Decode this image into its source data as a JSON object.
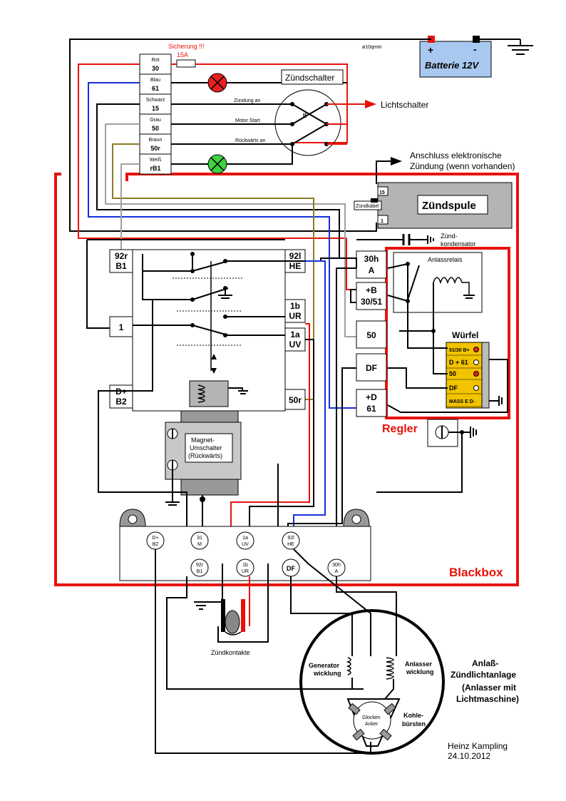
{
  "labels": {
    "fuse": "Sicherung !!!",
    "fuse_rating": "15A",
    "cable": "ø10qmm",
    "battery": "Batterie 12V",
    "battery_plus": "+",
    "battery_minus": "-",
    "ignition_switch": "Zündschalter",
    "switch_mark": "II",
    "light_switch": "Lichtschalter",
    "ignition_on": "Zündung an",
    "motor_start": "Motor Start",
    "reverse_on": "Rückwärts an",
    "ecu_line1": "Anschluss elektronische",
    "ecu_line2": "Zündung (wenn vorhanden)",
    "coil": "Zündspule",
    "coil_cable": "Zündkabel",
    "coil_15": "15",
    "coil_1": "1",
    "condenser_line1": "Zünd-",
    "condenser_line2": "kondensator",
    "start_relay": "Anlassrelais",
    "cube": "Würfel",
    "regler": "Regler",
    "blackbox": "Blackbox",
    "magnet_line1": "Magnet-",
    "magnet_line2": "Umschalter",
    "magnet_line3": "(Rückwärts)",
    "contacts": "Zündkontakte",
    "gen_winding_1": "Generator",
    "gen_winding_2": "wicklung",
    "start_winding_1": "Anlasser",
    "start_winding_2": "wicklung",
    "bell_1": "Glocken",
    "bell_2": "Anker",
    "brushes_1": "Kohle-",
    "brushes_2": "bürsten",
    "title_1": "Anlaß-",
    "title_2": "Zündlichtanlage",
    "title_3": "(Anlasser mit",
    "title_4": "Lichtmaschine)",
    "author": "Heinz Kampling",
    "date": "24.10.2012"
  },
  "wire_colors": [
    {
      "color": "Rot",
      "term": "30"
    },
    {
      "color": "Blau",
      "term": "61"
    },
    {
      "color": "Schwarz",
      "term": "15"
    },
    {
      "color": "Grau",
      "term": "50"
    },
    {
      "color": "Braun",
      "term": "50r"
    },
    {
      "color": "Weiß",
      "term": "rB1"
    }
  ],
  "switchbox_left": [
    {
      "l1": "92r",
      "l2": "B1"
    },
    {
      "l1": "1",
      "l2": ""
    },
    {
      "l1": "D+",
      "l2": "B2"
    }
  ],
  "switchbox_right": [
    {
      "l1": "92l",
      "l2": "HE"
    },
    {
      "l1": "1b",
      "l2": "UR"
    },
    {
      "l1": "1a",
      "l2": "UV"
    },
    {
      "l1": "50r",
      "l2": ""
    }
  ],
  "regler_terms": [
    {
      "l1": "30h",
      "l2": "A"
    },
    {
      "l1": "+B",
      "l2": "30/51"
    },
    {
      "l1": "50",
      "l2": ""
    },
    {
      "l1": "DF",
      "l2": ""
    },
    {
      "l1": "+D",
      "l2": "61"
    }
  ],
  "cube_terms": [
    "51/30 B+",
    "D + 61",
    "50",
    "DF",
    "MASS E D-"
  ],
  "bottom_terms_top": [
    {
      "l1": "D+",
      "l2": "B2"
    },
    {
      "l1": "31",
      "l2": "M"
    },
    {
      "l1": "1a",
      "l2": "UV"
    },
    {
      "l1": "92l",
      "l2": "HE"
    }
  ],
  "bottom_terms_bottom": [
    {
      "l1": "92r",
      "l2": "B1"
    },
    {
      "l1": "1b",
      "l2": "UR"
    },
    {
      "l1": "DF",
      "l2": ""
    },
    {
      "l1": "30h",
      "l2": "A"
    }
  ],
  "colors": {
    "red": "#e8120c",
    "blue": "#1530d8",
    "gray": "#a0a0a0",
    "brown": "#8a7a2a",
    "black": "#000000",
    "battery_fill": "#a8c8f0",
    "coil_fill": "#b4b4b4",
    "cube_fill": "#f2c400",
    "lamp_red": "#e82020",
    "lamp_green": "#40d040"
  }
}
